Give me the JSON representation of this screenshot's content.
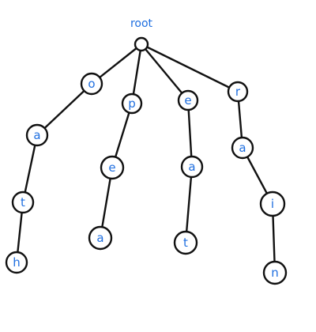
{
  "colors": {
    "label": "#1f6fe0",
    "stroke": "#111111",
    "background": "#ffffff"
  },
  "tree": {
    "root_label": "root",
    "nodes": [
      {
        "id": "root",
        "label": ""
      },
      {
        "id": "o",
        "label": "o"
      },
      {
        "id": "a1",
        "label": "a"
      },
      {
        "id": "t1",
        "label": "t"
      },
      {
        "id": "h",
        "label": "h"
      },
      {
        "id": "p",
        "label": "p"
      },
      {
        "id": "e1",
        "label": "e"
      },
      {
        "id": "a2",
        "label": "a"
      },
      {
        "id": "e2",
        "label": "e"
      },
      {
        "id": "a3",
        "label": "a"
      },
      {
        "id": "t2",
        "label": "t"
      },
      {
        "id": "r",
        "label": "r"
      },
      {
        "id": "a4",
        "label": "a"
      },
      {
        "id": "i",
        "label": "i"
      },
      {
        "id": "n",
        "label": "n"
      }
    ],
    "edges": [
      [
        "root",
        "o"
      ],
      [
        "o",
        "a1"
      ],
      [
        "a1",
        "t1"
      ],
      [
        "t1",
        "h"
      ],
      [
        "root",
        "p"
      ],
      [
        "p",
        "e1"
      ],
      [
        "e1",
        "a2"
      ],
      [
        "root",
        "e2"
      ],
      [
        "e2",
        "a3"
      ],
      [
        "a3",
        "t2"
      ],
      [
        "root",
        "r"
      ],
      [
        "r",
        "a4"
      ],
      [
        "a4",
        "i"
      ],
      [
        "i",
        "n"
      ]
    ]
  }
}
